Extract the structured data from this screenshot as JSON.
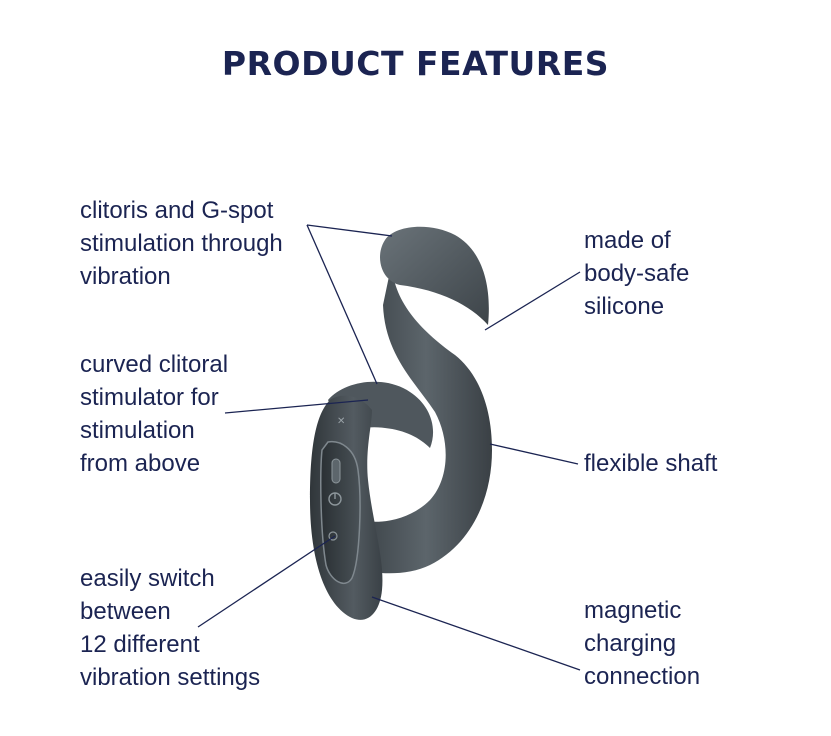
{
  "title": "PRODUCT FEATURES",
  "features": [
    {
      "id": "clitoris-gspot",
      "lines": [
        "clitoris and G-spot",
        "stimulation through",
        "vibration"
      ]
    },
    {
      "id": "curved-stimulator",
      "lines": [
        "curved clitoral",
        "stimulator for",
        "stimulation",
        "from above"
      ]
    },
    {
      "id": "vibration-settings",
      "lines": [
        "easily switch",
        "between",
        "12 different",
        "vibration settings"
      ]
    },
    {
      "id": "body-safe",
      "lines": [
        "made of",
        "body-safe",
        "silicone"
      ]
    },
    {
      "id": "flexible-shaft",
      "lines": [
        "flexible shaft"
      ]
    },
    {
      "id": "magnetic-charging",
      "lines": [
        "magnetic",
        "charging",
        "connection"
      ]
    }
  ],
  "colors": {
    "heading": "#1b2452",
    "text": "#1b2452",
    "product": "#4a5258"
  },
  "product_image": "product-illustration"
}
